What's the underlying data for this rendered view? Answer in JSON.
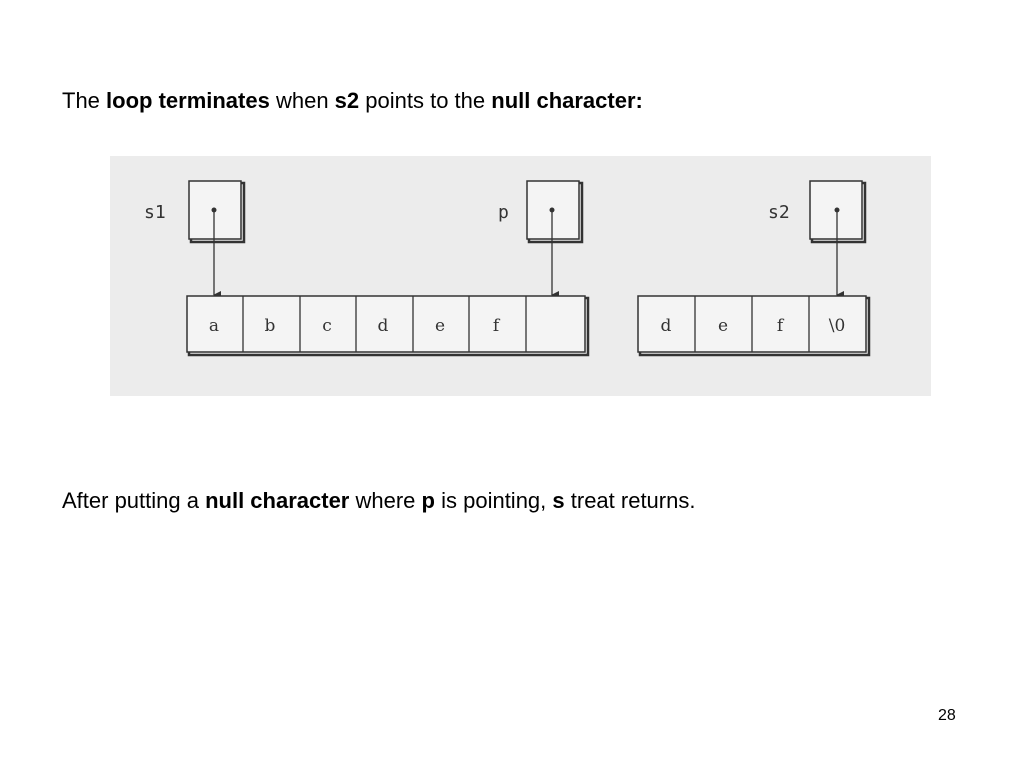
{
  "heading": {
    "t1": "The ",
    "b1": "loop terminates",
    "t2": " when ",
    "b2": "s2",
    "t3": " points to the ",
    "b3": "null character:"
  },
  "diagram": {
    "vars": [
      {
        "label": "s1",
        "points_to": "array1.0"
      },
      {
        "label": "p",
        "points_to": "array1.6"
      },
      {
        "label": "s2",
        "points_to": "array2.3"
      }
    ],
    "array1": [
      "a",
      "b",
      "c",
      "d",
      "e",
      "f",
      ""
    ],
    "array2": [
      "d",
      "e",
      "f",
      "\\0"
    ]
  },
  "caption": {
    "t1": "After putting a ",
    "b1": "null character",
    "t2": " where ",
    "b2": "p",
    "t3": " is pointing, ",
    "b3": "s",
    "t4": " treat returns."
  },
  "slide_number": "28"
}
